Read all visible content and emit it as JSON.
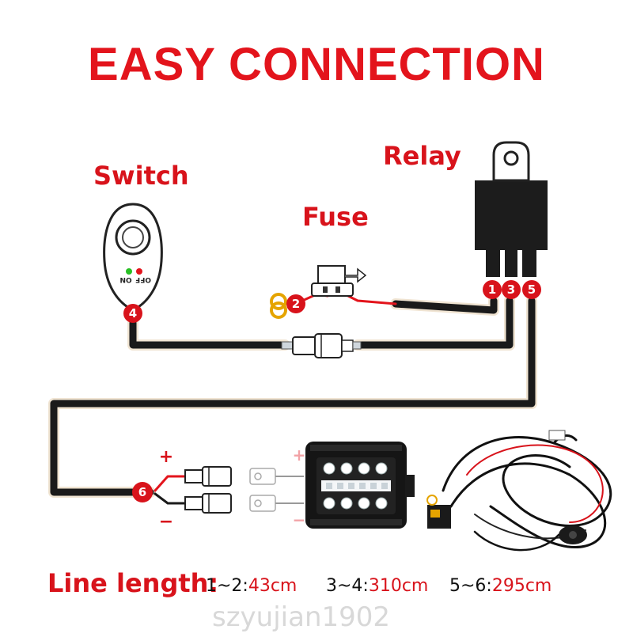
{
  "title": "EASY CONNECTION",
  "labels": {
    "switch": "Switch",
    "fuse": "Fuse",
    "relay": "Relay",
    "switch_off": "OFF",
    "switch_on": "ON",
    "plus": "+",
    "minus": "−"
  },
  "pins": [
    "1",
    "2",
    "3",
    "4",
    "5",
    "6"
  ],
  "line_length": {
    "heading": "Line length:",
    "segments": [
      {
        "range": "1~2:",
        "value": "43cm"
      },
      {
        "range": "3~4:",
        "value": "310cm"
      },
      {
        "range": "5~6:",
        "value": "295cm"
      }
    ]
  },
  "watermark": "szyujian1902",
  "colors": {
    "accent": "#e3141c",
    "wire": "#1a1a1a",
    "wire_outline": "#f2e6d6",
    "pin_fill": "#d8131b"
  }
}
